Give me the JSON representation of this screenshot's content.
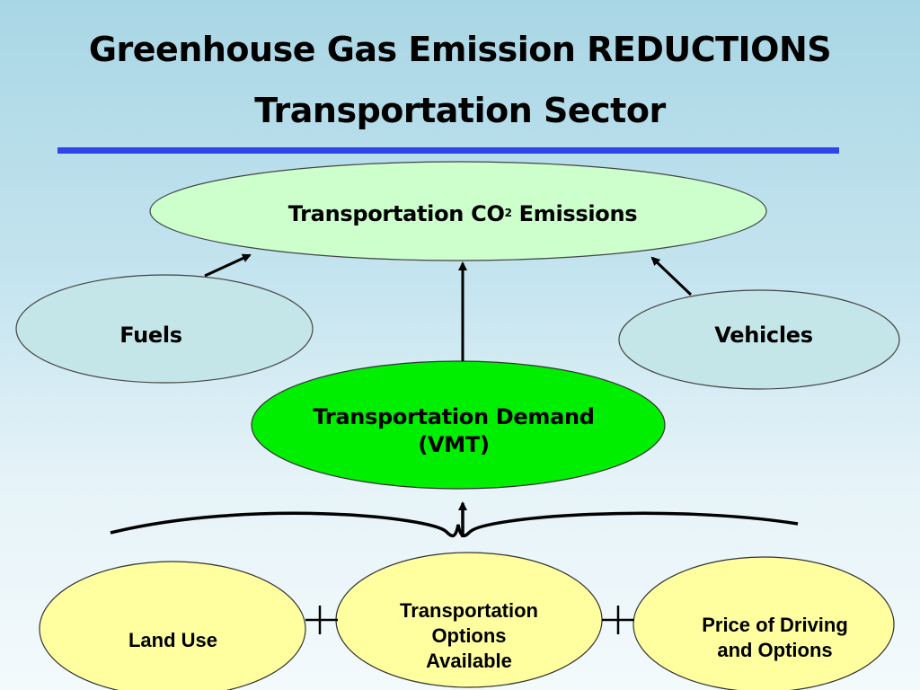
{
  "slide": {
    "title_line1": "Greenhouse Gas Emission REDUCTIONS",
    "title_line2": "Transportation Sector"
  },
  "nodes": {
    "emissions": {
      "label_pre": "Transportation CO",
      "label_sub": "2",
      "label_post": " Emissions"
    },
    "fuels": {
      "label": "Fuels"
    },
    "vehicles": {
      "label": "Vehicles"
    },
    "demand": {
      "line1": "Transportation Demand",
      "line2": "(VMT)"
    },
    "land_use": {
      "label": "Land Use"
    },
    "options": {
      "line1": "Transportation",
      "line2": "Options",
      "line3": "Available"
    },
    "price": {
      "line1": "Price of Driving",
      "line2": "and Options"
    }
  },
  "colors": {
    "title_rule": "#2f44ea",
    "emissions_fill": "#ccffcc",
    "side_fill": "#c5e6e9",
    "demand_fill": "#00ee00",
    "factor_fill": "#ffffa0"
  }
}
